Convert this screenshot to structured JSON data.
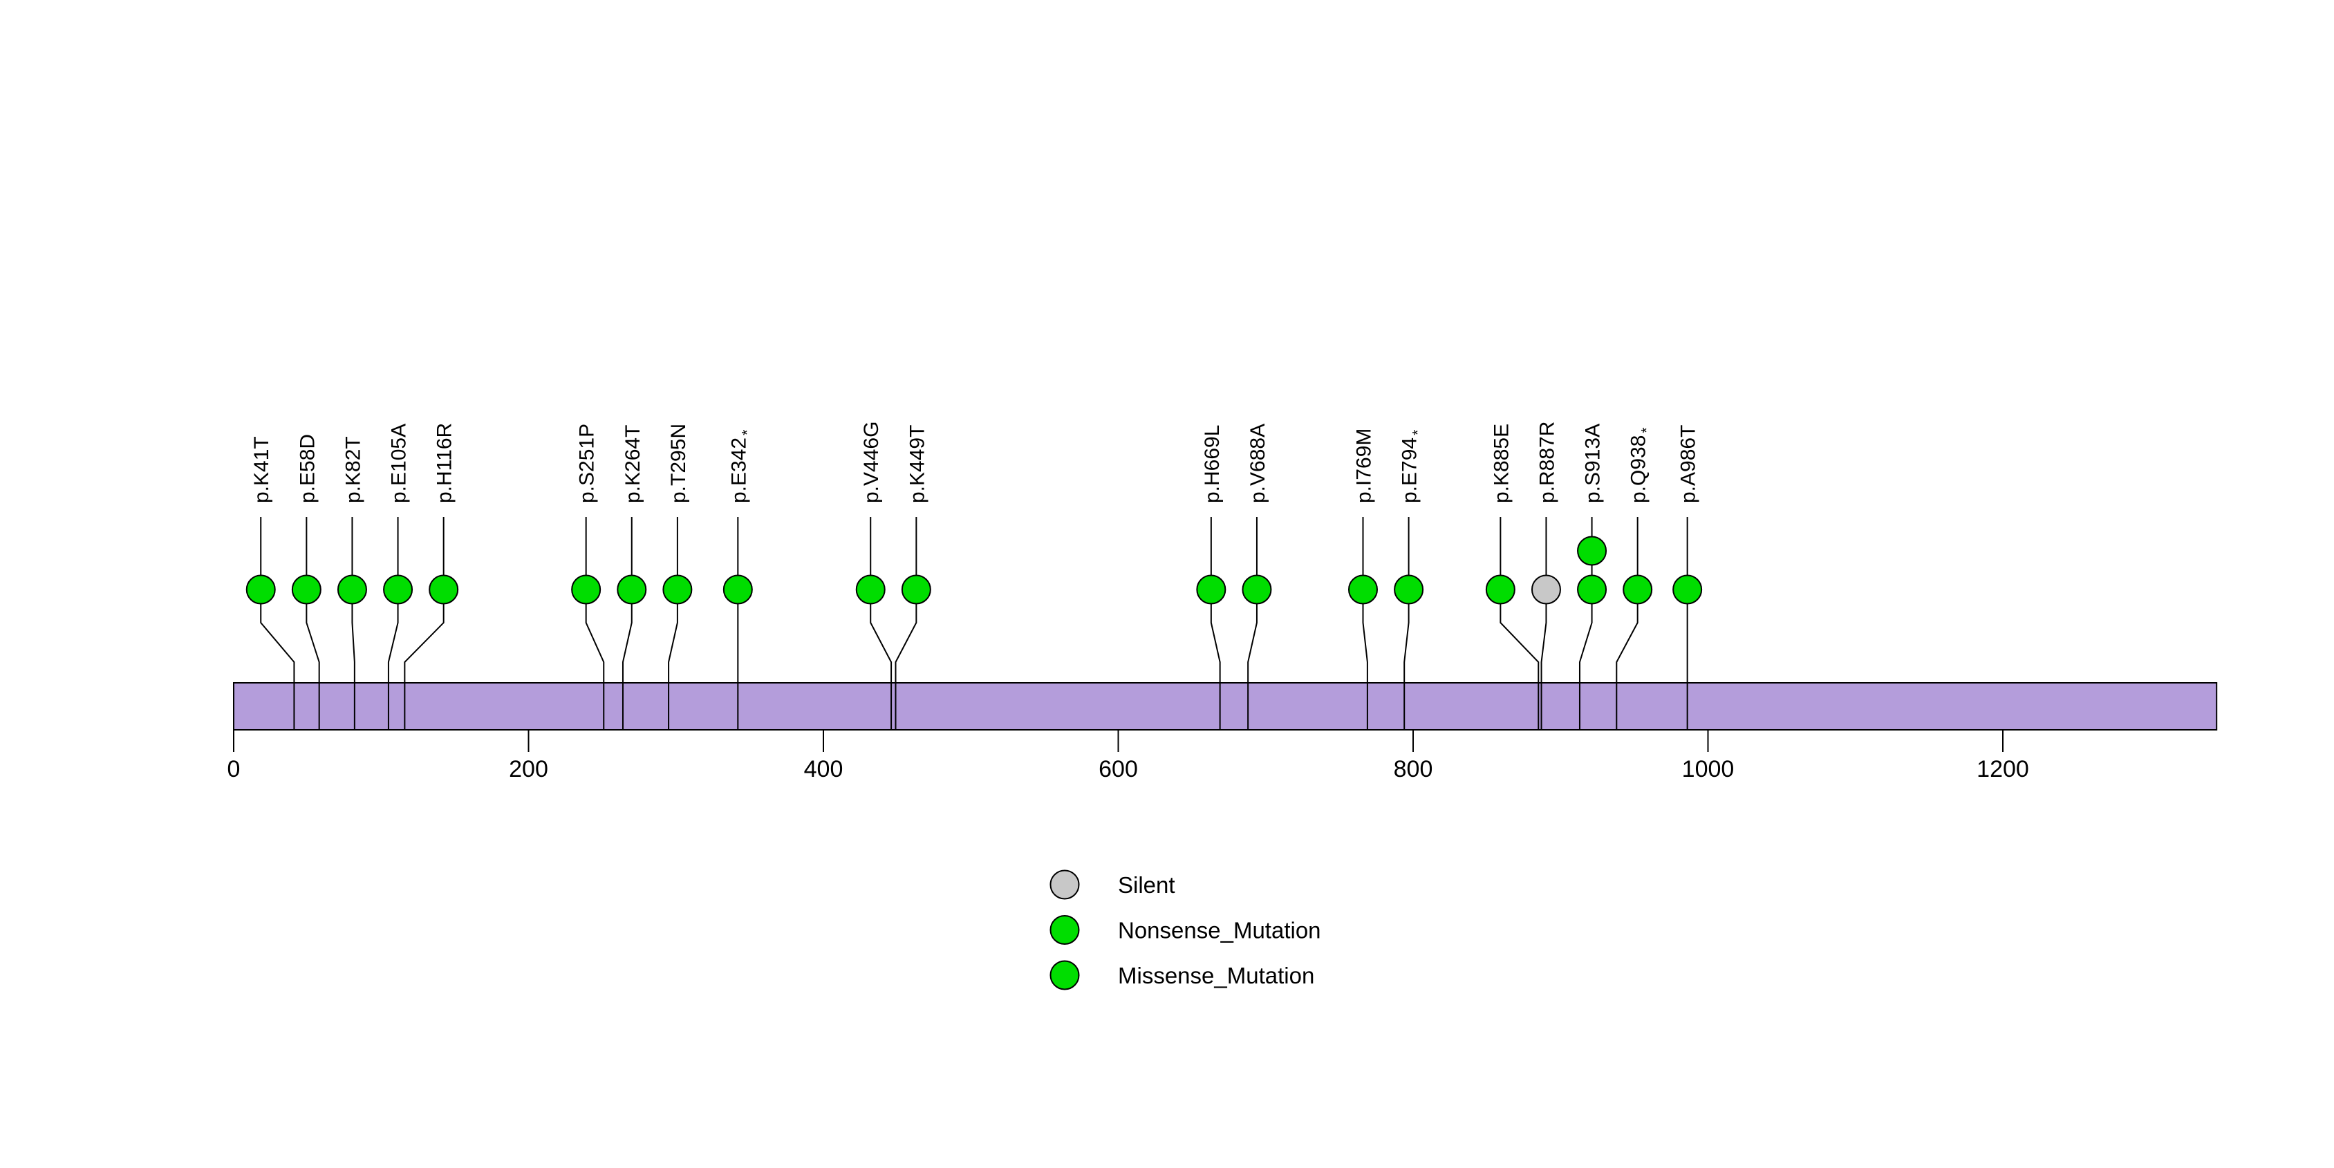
{
  "chart_data": {
    "type": "lollipop",
    "title": "",
    "xlabel": "",
    "ylabel": "",
    "protein_length": 1345,
    "xlim": [
      0,
      1345
    ],
    "axis_ticks": [
      0,
      200,
      400,
      600,
      800,
      1000,
      1200
    ],
    "grid": false,
    "domain_bar_color": "#b49ddb",
    "domain_bar_border": "#000000",
    "mutation_type_colors": {
      "Silent": "#c8c8c8",
      "Nonsense_Mutation": "#00dd00",
      "Missense_Mutation": "#00dd00"
    },
    "mutations": [
      {
        "label": "p.K41T",
        "pos": 41,
        "type": "Missense_Mutation",
        "count": 1,
        "truncating_star": false
      },
      {
        "label": "p.E58D",
        "pos": 58,
        "type": "Missense_Mutation",
        "count": 1,
        "truncating_star": false
      },
      {
        "label": "p.K82T",
        "pos": 82,
        "type": "Missense_Mutation",
        "count": 1,
        "truncating_star": false
      },
      {
        "label": "p.E105A",
        "pos": 105,
        "type": "Missense_Mutation",
        "count": 1,
        "truncating_star": false
      },
      {
        "label": "p.H116R",
        "pos": 116,
        "type": "Missense_Mutation",
        "count": 1,
        "truncating_star": false
      },
      {
        "label": "p.S251P",
        "pos": 251,
        "type": "Missense_Mutation",
        "count": 1,
        "truncating_star": false
      },
      {
        "label": "p.K264T",
        "pos": 264,
        "type": "Missense_Mutation",
        "count": 1,
        "truncating_star": false
      },
      {
        "label": "p.T295N",
        "pos": 295,
        "type": "Missense_Mutation",
        "count": 1,
        "truncating_star": false
      },
      {
        "label": "p.E342",
        "pos": 342,
        "type": "Nonsense_Mutation",
        "count": 1,
        "truncating_star": true
      },
      {
        "label": "p.V446G",
        "pos": 446,
        "type": "Missense_Mutation",
        "count": 1,
        "truncating_star": false
      },
      {
        "label": "p.K449T",
        "pos": 449,
        "type": "Missense_Mutation",
        "count": 1,
        "truncating_star": false
      },
      {
        "label": "p.H669L",
        "pos": 669,
        "type": "Missense_Mutation",
        "count": 1,
        "truncating_star": false
      },
      {
        "label": "p.V688A",
        "pos": 688,
        "type": "Missense_Mutation",
        "count": 1,
        "truncating_star": false
      },
      {
        "label": "p.I769M",
        "pos": 769,
        "type": "Missense_Mutation",
        "count": 1,
        "truncating_star": false
      },
      {
        "label": "p.E794",
        "pos": 794,
        "type": "Nonsense_Mutation",
        "count": 1,
        "truncating_star": true
      },
      {
        "label": "p.K885E",
        "pos": 885,
        "type": "Missense_Mutation",
        "count": 1,
        "truncating_star": false
      },
      {
        "label": "p.R887R",
        "pos": 887,
        "type": "Silent",
        "count": 1,
        "truncating_star": false
      },
      {
        "label": "p.S913A",
        "pos": 913,
        "type": "Missense_Mutation",
        "count": 2,
        "truncating_star": false
      },
      {
        "label": "p.Q938",
        "pos": 938,
        "type": "Nonsense_Mutation",
        "count": 1,
        "truncating_star": true
      },
      {
        "label": "p.A986T",
        "pos": 986,
        "type": "Missense_Mutation",
        "count": 1,
        "truncating_star": false
      }
    ]
  },
  "legend": {
    "items": [
      {
        "label": "Silent",
        "color": "#c8c8c8"
      },
      {
        "label": "Nonsense_Mutation",
        "color": "#00dd00"
      },
      {
        "label": "Missense_Mutation",
        "color": "#00dd00"
      }
    ]
  }
}
